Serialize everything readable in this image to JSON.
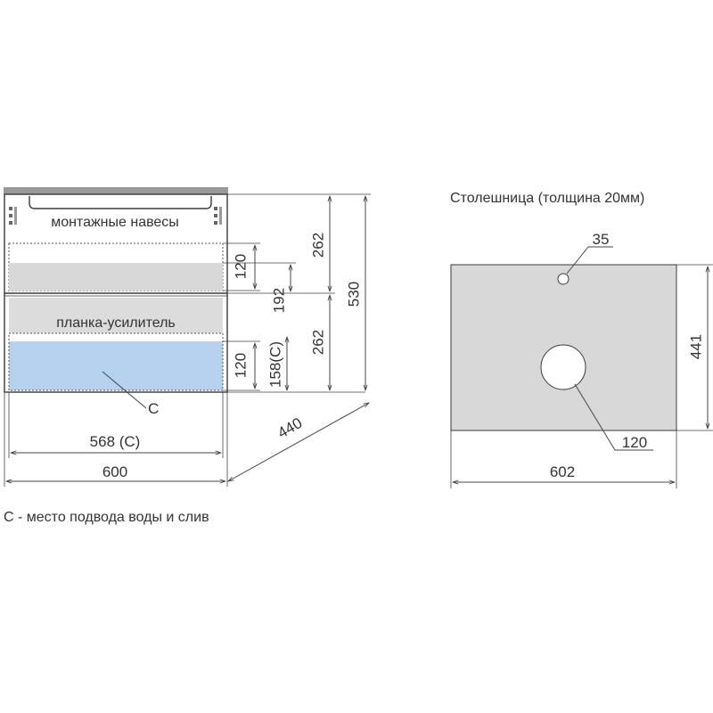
{
  "front_view": {
    "mount_label": "монтажные навесы",
    "strip_label": "планка-усилитель",
    "c_label": "C",
    "width_overall": "600",
    "width_c": "568 (C)",
    "depth": "440",
    "dim_upper_drawer": "262",
    "dim_lower_drawer": "262",
    "dim_total_height": "530",
    "dim_strip_height": "120",
    "dim_c_zone_height": "120",
    "dim_strip_offset": "192",
    "dim_c_offset": "158(C)"
  },
  "countertop": {
    "title": "Столешница (толщина 20мм)",
    "small_hole": "35",
    "large_hole": "120",
    "width": "602",
    "depth": "441"
  },
  "legend": {
    "text": "C - место подвода воды и слив"
  },
  "colors": {
    "gray_fill": "#d8d8d8",
    "blue_fill": "#b5d1ee",
    "line": "#3a3a3a"
  }
}
